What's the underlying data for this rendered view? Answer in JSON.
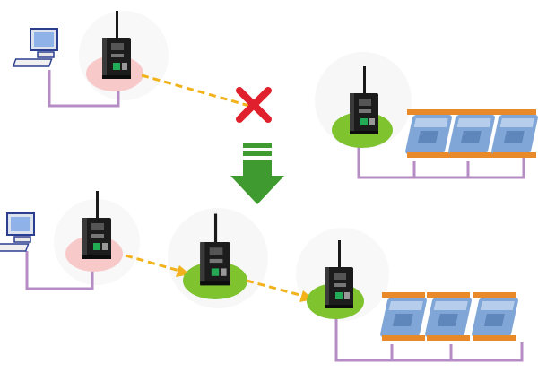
{
  "diagram": {
    "top_scene": {
      "pc": {
        "icon": "desktop-computer-icon"
      },
      "local_gateway": {
        "icon": "wireless-gateway-icon",
        "pad_color": "#f7c9c9"
      },
      "link": {
        "state": "blocked",
        "color": "#f2b21b",
        "style": "dashed"
      },
      "blocked_marker": {
        "icon": "red-x-icon",
        "color": "#e0212d"
      },
      "remote_gateway": {
        "icon": "wireless-gateway-icon",
        "pad_color": "#7fc32f"
      },
      "io_modules": {
        "count": 3,
        "icon": "io-module-icon",
        "color": "#7fa6d6"
      }
    },
    "transition_arrow": {
      "icon": "down-arrow-icon",
      "color": "#3f9b2f"
    },
    "bottom_scene": {
      "pc": {
        "icon": "desktop-computer-icon"
      },
      "local_gateway": {
        "icon": "wireless-gateway-icon",
        "pad_color": "#f7c9c9"
      },
      "repeater": {
        "icon": "wireless-repeater-icon",
        "pad_color": "#7fc32f"
      },
      "links": [
        {
          "state": "connected",
          "color": "#f2b21b",
          "style": "dashed"
        },
        {
          "state": "connected",
          "color": "#f2b21b",
          "style": "dashed"
        }
      ],
      "remote_gateway": {
        "icon": "wireless-gateway-icon",
        "pad_color": "#7fc32f"
      },
      "io_modules": {
        "count": 3,
        "icon": "io-module-icon",
        "color": "#7fa6d6"
      }
    },
    "wire_color": "#b58cc4"
  }
}
